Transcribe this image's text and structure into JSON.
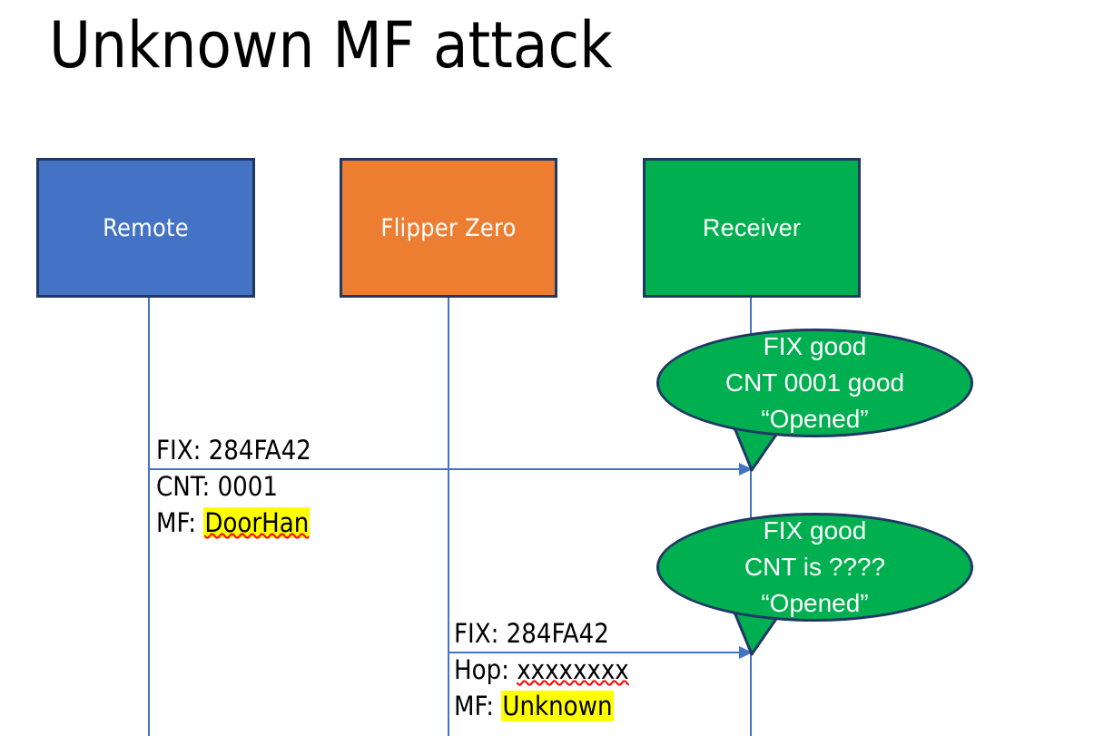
{
  "slide": {
    "title": "Unknown MF attack",
    "background": "#ffffff"
  },
  "colors": {
    "remote_fill": "#4472C4",
    "flipper_fill": "#ED7D31",
    "receiver_fill": "#00B050",
    "box_border": "#1F3864",
    "lifeline": "#4472C4",
    "arrow": "#4472C4",
    "highlight": "#FFFF00",
    "spellcheck_underline": "#FF0000",
    "bubble_text": "#FFFFFF",
    "body_text": "#000000"
  },
  "actors": [
    {
      "id": "remote",
      "label": "Remote"
    },
    {
      "id": "flipper",
      "label": "Flipper Zero"
    },
    {
      "id": "receiver",
      "label": "Receiver"
    }
  ],
  "messages": [
    {
      "id": "msg-1",
      "from": "remote",
      "to": "receiver",
      "lines": [
        {
          "label": "FIX:",
          "value": "284FA42",
          "highlight": false,
          "spellcheck": false
        },
        {
          "label": "CNT:",
          "value": "0001",
          "highlight": false,
          "spellcheck": false
        },
        {
          "label": "MF:",
          "value": "DoorHan",
          "highlight": true,
          "spellcheck": true
        }
      ]
    },
    {
      "id": "msg-2",
      "from": "flipper",
      "to": "receiver",
      "lines": [
        {
          "label": "FIX:",
          "value": "284FA42",
          "highlight": false,
          "spellcheck": false
        },
        {
          "label": "Hop:",
          "value": "xxxxxxxx",
          "highlight": false,
          "spellcheck": true
        },
        {
          "label": "MF:",
          "value": "Unknown",
          "highlight": true,
          "spellcheck": false
        }
      ]
    }
  ],
  "bubbles": [
    {
      "id": "bubble-1",
      "attached_to": "receiver",
      "responds_to": "msg-1",
      "lines": [
        "FIX good",
        "CNT 0001 good",
        "“Opened”"
      ]
    },
    {
      "id": "bubble-2",
      "attached_to": "receiver",
      "responds_to": "msg-2",
      "lines": [
        "FIX good",
        "CNT is ????",
        "“Opened”"
      ]
    }
  ]
}
